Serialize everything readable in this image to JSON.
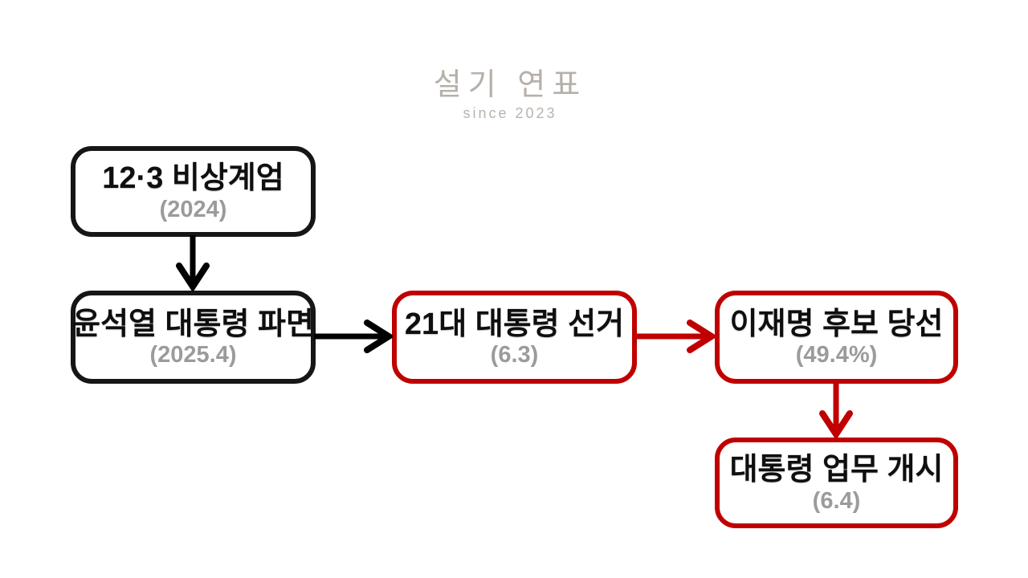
{
  "watermark": {
    "title": "설기 연표",
    "subtitle": "since 2023"
  },
  "nodes": [
    {
      "label": "12·3 비상계엄",
      "sublabel": "(2024)",
      "theme": "black"
    },
    {
      "label": "윤석열 대통령 파면",
      "sublabel": "(2025.4)",
      "theme": "black"
    },
    {
      "label": "21대 대통령 선거",
      "sublabel": "(6.3)",
      "theme": "red"
    },
    {
      "label": "이재명 후보 당선",
      "sublabel": "(49.4%)",
      "theme": "red"
    },
    {
      "label": "대통령 업무 개시",
      "sublabel": "(6.4)",
      "theme": "red"
    }
  ],
  "edges": [
    {
      "from": "12·3 비상계엄",
      "to": "윤석열 대통령 파면",
      "direction": "down",
      "color": "#000000"
    },
    {
      "from": "윤석열 대통령 파면",
      "to": "21대 대통령 선거",
      "direction": "right",
      "color": "#000000"
    },
    {
      "from": "21대 대통령 선거",
      "to": "이재명 후보 당선",
      "direction": "right",
      "color": "#c00000"
    },
    {
      "from": "이재명 후보 당선",
      "to": "대통령 업무 개시",
      "direction": "down",
      "color": "#c00000"
    }
  ],
  "colors": {
    "background": "#ffffff",
    "box_border_black": "#161616",
    "box_border_red": "#c00000",
    "arrow_black": "#000000",
    "arrow_red": "#c00000",
    "title_text": "#0f0f0f",
    "subtitle_text": "#9b9b9b",
    "watermark_text": "#b3aca6"
  }
}
